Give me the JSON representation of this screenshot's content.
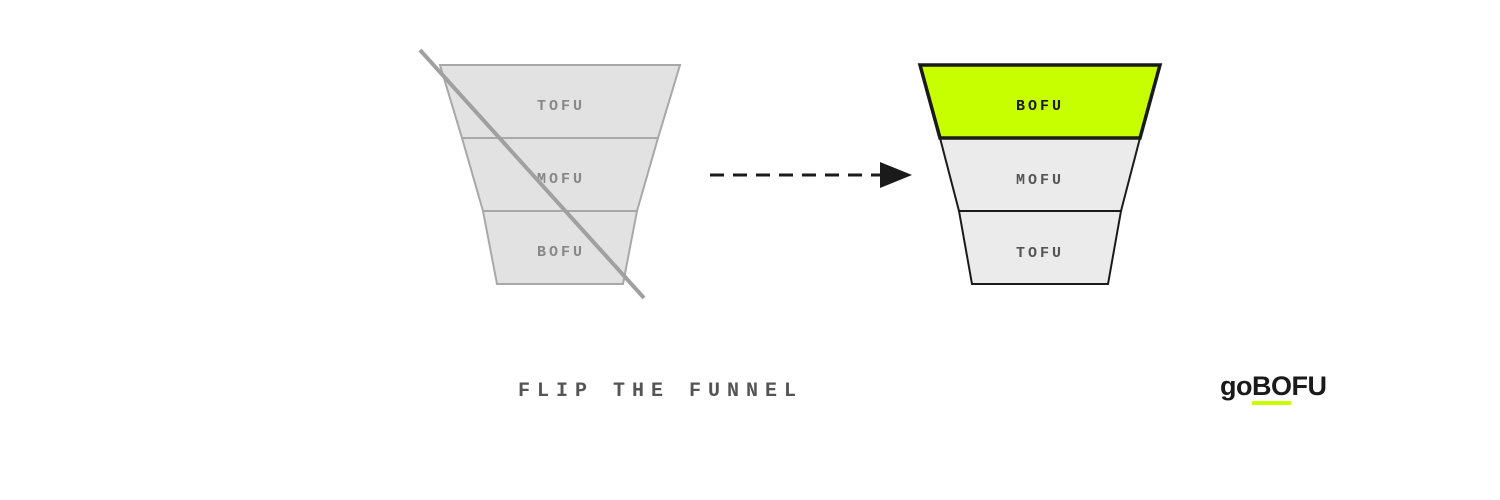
{
  "colors": {
    "old_fill": "#e2e2e2",
    "old_stroke": "#a8a8a8",
    "old_text": "#888888",
    "strike": "#a0a0a0",
    "new_fill": "#ebebeb",
    "new_stroke": "#1a1a1a",
    "new_text": "#555555",
    "highlight": "#c8ff00",
    "highlight_text": "#1a1a1a",
    "arrow": "#1a1a1a"
  },
  "old_funnel": {
    "tiers": [
      "TOFU",
      "MOFU",
      "BOFU"
    ],
    "crossed_out": true
  },
  "new_funnel": {
    "tiers": [
      "BOFU",
      "MOFU",
      "TOFU"
    ],
    "highlighted_tier": "BOFU"
  },
  "caption": "FLIP THE FUNNEL",
  "logo": {
    "prefix": "go",
    "brand": "BOFU"
  }
}
